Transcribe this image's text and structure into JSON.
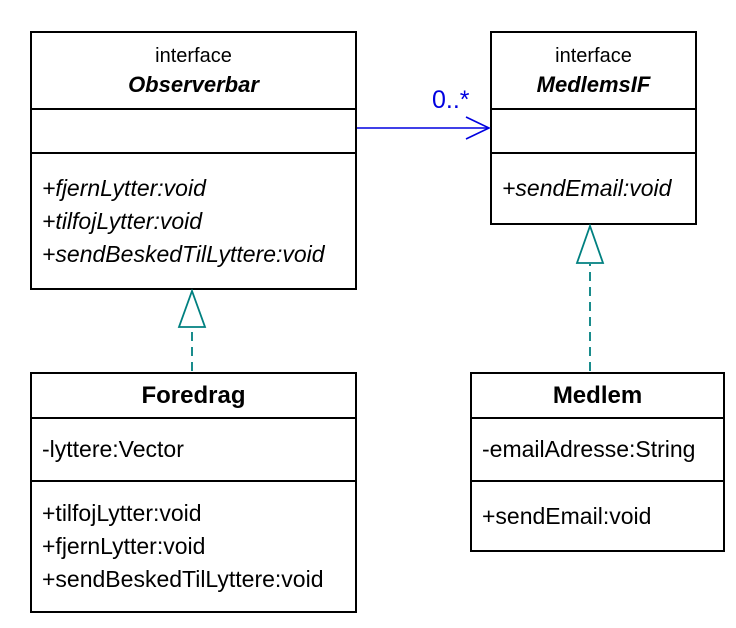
{
  "diagram": {
    "background": "#ffffff",
    "border_color": "#000000",
    "classes": [
      {
        "id": "observerbar",
        "stereotype": "interface",
        "name": "Observerbar",
        "attributes": [],
        "methods": [
          "+fjernLytter:void",
          "+tilfojLytter:void",
          "+sendBeskedTilLyttere:void"
        ]
      },
      {
        "id": "medlemsif",
        "stereotype": "interface",
        "name": "MedlemsIF",
        "attributes": [],
        "methods": [
          "+sendEmail:void"
        ]
      },
      {
        "id": "foredrag",
        "stereotype": "",
        "name": "Foredrag",
        "attributes": [
          "-lyttere:Vector"
        ],
        "methods": [
          "+tilfojLytter:void",
          "+fjernLytter:void",
          "+sendBeskedTilLyttere:void"
        ]
      },
      {
        "id": "medlem",
        "stereotype": "",
        "name": "Medlem",
        "attributes": [
          "-emailAdresse:String"
        ],
        "methods": [
          "+sendEmail:void"
        ]
      }
    ],
    "relationships": [
      {
        "type": "association",
        "from": "Observerbar",
        "to": "MedlemsIF",
        "multiplicity": "0..*",
        "color": "#0000e0",
        "arrow_style": "open-arrowhead"
      },
      {
        "type": "realization",
        "from": "Foredrag",
        "to": "Observerbar",
        "color": "#008080",
        "arrow_style": "hollow-triangle-dashed"
      },
      {
        "type": "realization",
        "from": "Medlem",
        "to": "MedlemsIF",
        "color": "#008080",
        "arrow_style": "hollow-triangle-dashed"
      }
    ]
  }
}
